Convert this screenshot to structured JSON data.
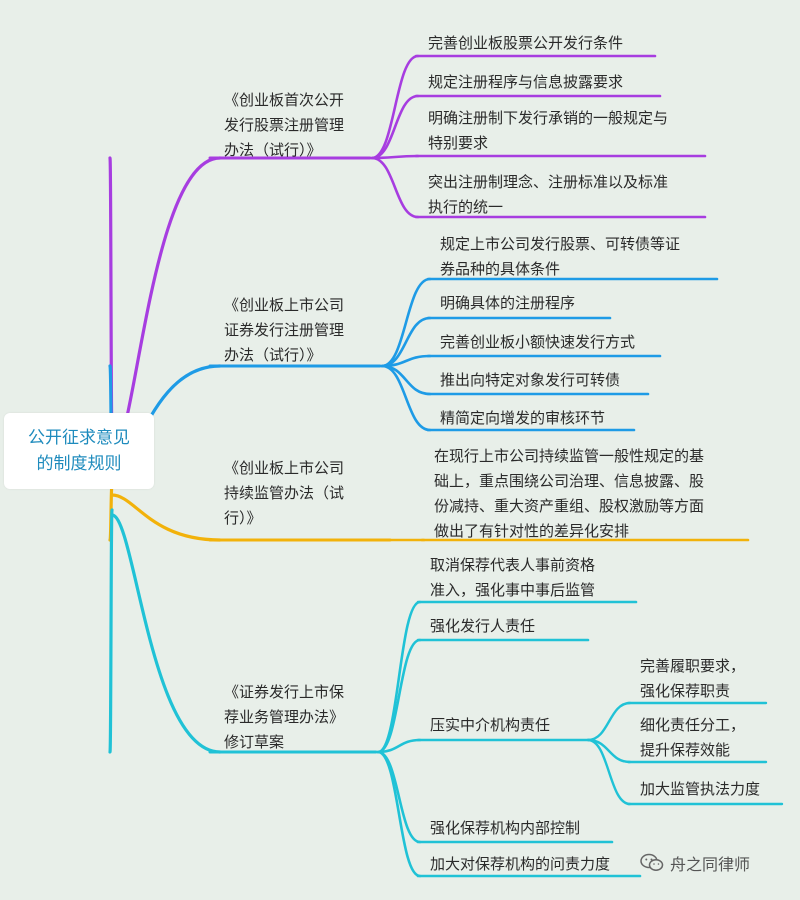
{
  "root": {
    "line1": "公开征求意见",
    "line2": "的制度规则"
  },
  "colors": {
    "purple": "#a73de0",
    "blue": "#1e9be6",
    "yellow": "#f2b20a",
    "teal": "#20c2d6",
    "background": "#e8efe9",
    "root_text": "#1e8bbd"
  },
  "branches": [
    {
      "lines": [
        "《创业板首次公开",
        "发行股票注册管理",
        "办法（试行）》"
      ],
      "color": "purple",
      "leaves": [
        {
          "lines": [
            "完善创业板股票公开发行条件"
          ]
        },
        {
          "lines": [
            "规定注册程序与信息披露要求"
          ]
        },
        {
          "lines": [
            "明确注册制下发行承销的一般规定与",
            "特别要求"
          ]
        },
        {
          "lines": [
            "突出注册制理念、注册标准以及标准",
            "执行的统一"
          ]
        }
      ]
    },
    {
      "lines": [
        "《创业板上市公司",
        "证券发行注册管理",
        "办法（试行）》"
      ],
      "color": "blue",
      "leaves": [
        {
          "lines": [
            "规定上市公司发行股票、可转债等证",
            "券品种的具体条件"
          ]
        },
        {
          "lines": [
            "明确具体的注册程序"
          ]
        },
        {
          "lines": [
            "完善创业板小额快速发行方式"
          ]
        },
        {
          "lines": [
            "推出向特定对象发行可转债"
          ]
        },
        {
          "lines": [
            "精简定向增发的审核环节"
          ]
        }
      ]
    },
    {
      "lines": [
        "《创业板上市公司",
        "持续监管办法（试",
        "行）》"
      ],
      "color": "yellow",
      "leaves": [
        {
          "lines": [
            "在现行上市公司持续监管一般性规定的基",
            "础上，重点围绕公司治理、信息披露、股",
            "份减持、重大资产重组、股权激励等方面",
            "做出了有针对性的差异化安排"
          ]
        }
      ]
    },
    {
      "lines": [
        "《证券发行上市保",
        "荐业务管理办法》",
        "修订草案"
      ],
      "color": "teal",
      "leaves": [
        {
          "lines": [
            "取消保荐代表人事前资格",
            "准入，强化事中事后监管"
          ]
        },
        {
          "lines": [
            "强化发行人责任"
          ]
        },
        {
          "lines": [
            "压实中介机构责任"
          ],
          "children": [
            {
              "lines": [
                "完善履职要求，",
                "强化保荐职责"
              ]
            },
            {
              "lines": [
                "细化责任分工，",
                "提升保荐效能"
              ]
            },
            {
              "lines": [
                "加大监管执法力度"
              ]
            }
          ]
        },
        {
          "lines": [
            "强化保荐机构内部控制"
          ]
        },
        {
          "lines": [
            "加大对保荐机构的问责力度"
          ]
        }
      ]
    }
  ],
  "watermark": {
    "text": "舟之同律师",
    "icon": "wechat-icon"
  }
}
